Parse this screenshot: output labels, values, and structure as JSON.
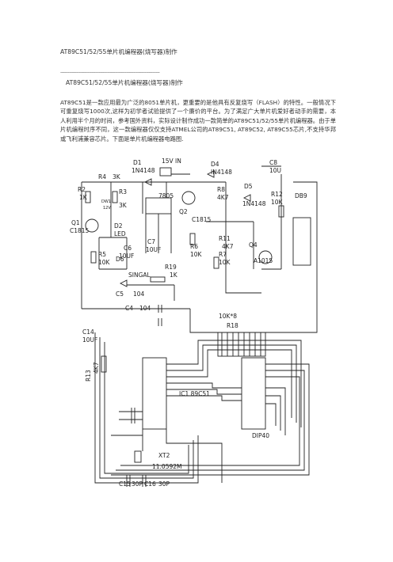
{
  "document": {
    "title": "AT89C51/52/55单片机编程器(烧写器)制作",
    "rule": "--------------------------------------------------------------------------------",
    "subtitle": "AT89C51/52/55单片机编程器(烧写器)制作",
    "paragraph": "AT89C51是一款应用最为广泛的8051单片机，更重要的是他具有反复烧写（FLASH）的特性。一般情况下可重复烧写1000次,这样为初学者试验提供了一个廉价的平台。为了满足广大单片机爱好者动手的需要，本人利用半个月的时间，参考国外资料，实际设计制作成功一款简单的AT89C51/52/55单片机编程器。由于单片机编程时序不同，这一款编程器仅仅支持ATMEL公司的AT89C51, AT89C52, AT89C55芯片,不支持华邦或飞利浦兼容芯片。下面是单片机编程器电路图."
  },
  "schematic": {
    "labels": {
      "d1": "D1",
      "d1v": "1N4148",
      "vin": "15V IN",
      "r4": "R4",
      "r4v": "3K",
      "r2": "R2",
      "r2v": "1K",
      "dw": "DW1",
      "dwv": "12V",
      "r3": "R3",
      "r3v": "3K",
      "q1": "Q1",
      "q1v": "C1815",
      "d2": "D2",
      "d2v": "LED",
      "reg": "7805",
      "c7": "C7",
      "c7v": "10UF",
      "c6": "C6",
      "c6v": "10UF",
      "r5": "R5",
      "r5v": "10K",
      "d6": "D6",
      "r19": "R19",
      "r19v": "1K",
      "singal": "SINGAL",
      "d4": "D4",
      "d4v": "IN4148",
      "q2": "Q2",
      "q2v": "C1815",
      "r8": "R8",
      "r8v": "4K7",
      "c8": "C8",
      "c8v": "10U",
      "d5": "D5",
      "d5v": "1N4148",
      "r12": "R12",
      "r12v": "10K",
      "db9": "DB9",
      "r6": "R6",
      "r6v": "10K",
      "r11": "R11",
      "r11v": "4K7",
      "r7": "R7",
      "r7v": "10K",
      "q4": "Q4",
      "q4v": "A1015",
      "c5": "C5",
      "c5v": "104",
      "c4": "C4",
      "c4v": "104",
      "rn": "10K*8",
      "r18": "R18",
      "c14": "C14",
      "c14v": "10UF",
      "r13": "R13",
      "r13v": "4K7",
      "ic1": "IC1 89C51",
      "dip": "DIP40",
      "xt2": "XT2",
      "xt2v": "11.0592M",
      "c15": "C15",
      "c15v": "30P",
      "c16": "C16",
      "c16v": "30P"
    }
  }
}
